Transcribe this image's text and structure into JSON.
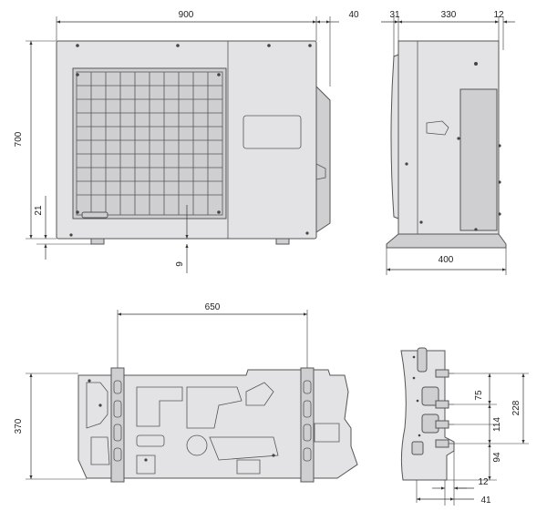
{
  "dimensions": {
    "front_width": "900",
    "front_side_gap": "40",
    "front_height": "700",
    "front_foot_height": "21",
    "front_foot_offset": "9",
    "side_left_offset": "31",
    "side_depth": "330",
    "side_right_offset": "12",
    "side_base_width": "400",
    "bottom_mount_spacing": "650",
    "bottom_depth": "370",
    "pipe_height_total": "228",
    "pipe_spacing_upper": "75",
    "pipe_spacing_mid": "114",
    "pipe_spacing_lower": "94",
    "pipe_offset_small": "12",
    "pipe_offset_large": "41"
  },
  "colors": {
    "unit_body": "#e3e3e5",
    "outline": "#555555",
    "dimension_line": "#333333"
  }
}
